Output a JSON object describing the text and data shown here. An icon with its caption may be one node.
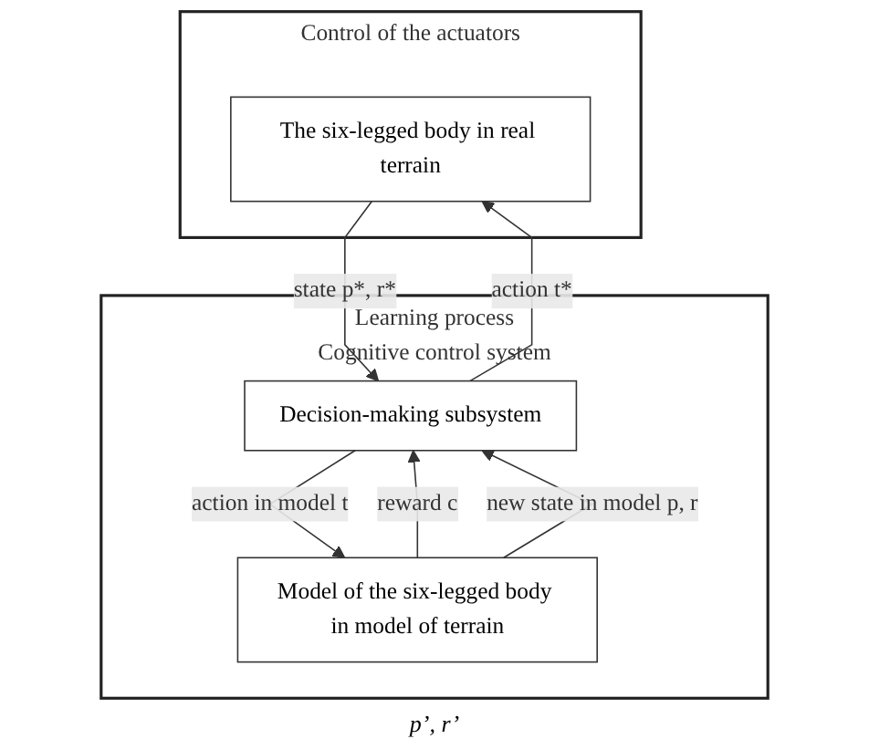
{
  "diagram": {
    "nodes": [
      {
        "text": [
          "Control of the actuators"
        ]
      },
      {
        "text": [
          "The six-legged body in real terrain"
        ],
        "in": 0
      },
      {
        "text": [
          "Learning process",
          "Cognitive control system"
        ]
      },
      {
        "text": [
          "Decision-making subsystem"
        ],
        "in": 2
      },
      {
        "text": [
          "Model of the six-legged body in model of terrain"
        ],
        "in": 2
      }
    ],
    "edges": [
      {
        "from": 1,
        "to": 3,
        "arrow": "to",
        "label": "state p*, r*"
      },
      {
        "from": 3,
        "to": 1,
        "arrow": "to",
        "label": "action t*"
      },
      {
        "from": 3,
        "to": 4,
        "arrow": "to",
        "label": "action in model t"
      },
      {
        "from": 4,
        "to": 3,
        "arrow": "to",
        "label": "reward c"
      },
      {
        "from": 4,
        "to": 3,
        "arrow": "to",
        "label": "new state in model p, r"
      }
    ],
    "labels": [
      "p’, r’"
    ]
  }
}
